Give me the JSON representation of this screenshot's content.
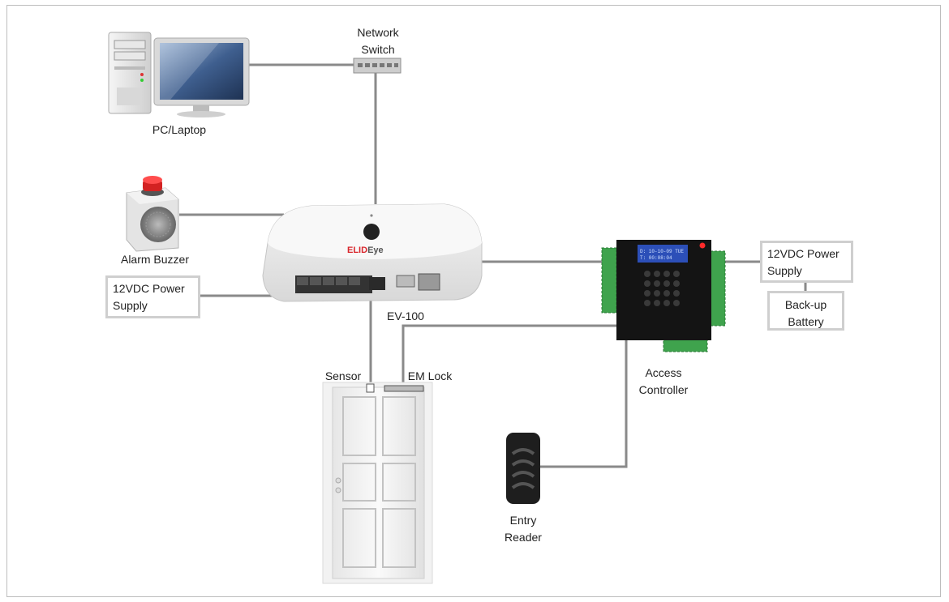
{
  "labels": {
    "network_switch": "Network\nSwitch",
    "pc_laptop": "PC/Laptop",
    "alarm_buzzer": "Alarm Buzzer",
    "ev100": "EV-100",
    "sensor": "Sensor",
    "em_lock": "EM Lock",
    "access_controller": "Access\nController",
    "entry_reader": "Entry\nReader"
  },
  "boxes": {
    "left_power": "12VDC Power\nSupply",
    "right_power": "12VDC Power\nSupply",
    "battery": "Back-up\nBattery"
  },
  "device": {
    "brand_prefix": "ELID",
    "brand_suffix": "Eye",
    "lcd_line1": "D: 10-10-09 TUE",
    "lcd_line2": "T: 00:08:04"
  },
  "colors": {
    "wire": "#8a8a8a",
    "box_border": "#cfcfcf",
    "brand_red": "#d9262c",
    "terminal_green": "#3fa34d",
    "lcd_blue": "#2c4fb8"
  }
}
